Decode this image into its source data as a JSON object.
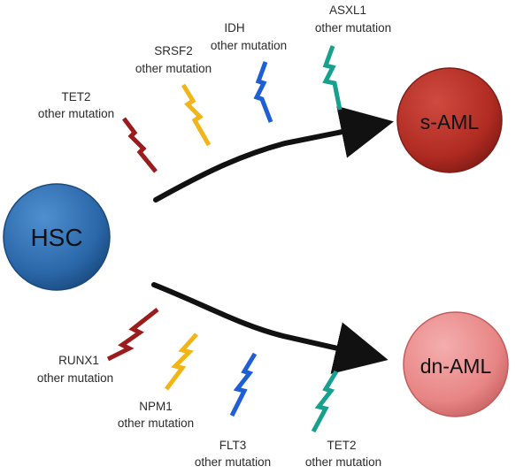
{
  "cells": {
    "hsc": {
      "label": "HSC",
      "color": "#2f6fb3"
    },
    "s_aml": {
      "label": "s-AML",
      "color": "#b93026"
    },
    "dn_aml": {
      "label": "dn-AML",
      "color": "#e88c8c"
    }
  },
  "top_mutations": [
    {
      "gene": "TET2",
      "note": "other mutation",
      "color": "#9b1c1c",
      "icon": "lightning-bolt-icon"
    },
    {
      "gene": "SRSF2",
      "note": "other mutation",
      "color": "#f2b517",
      "icon": "lightning-bolt-icon"
    },
    {
      "gene": "IDH",
      "note": "other mutation",
      "color": "#1f5fd6",
      "icon": "lightning-bolt-icon"
    },
    {
      "gene": "ASXL1",
      "note": "other mutation",
      "color": "#17a08e",
      "icon": "lightning-bolt-icon"
    }
  ],
  "bottom_mutations": [
    {
      "gene": "RUNX1",
      "note": "other mutation",
      "color": "#9b1c1c",
      "icon": "lightning-bolt-icon"
    },
    {
      "gene": "NPM1",
      "note": "other mutation",
      "color": "#f2b517",
      "icon": "lightning-bolt-icon"
    },
    {
      "gene": "FLT3",
      "note": "other mutation",
      "color": "#1f5fd6",
      "icon": "lightning-bolt-icon"
    },
    {
      "gene": "TET2",
      "note": "other mutation",
      "color": "#17a08e",
      "icon": "lightning-bolt-icon"
    }
  ],
  "arrows": [
    {
      "from": "HSC",
      "to": "s-AML",
      "icon": "arrow-icon"
    },
    {
      "from": "HSC",
      "to": "dn-AML",
      "icon": "arrow-icon"
    }
  ]
}
